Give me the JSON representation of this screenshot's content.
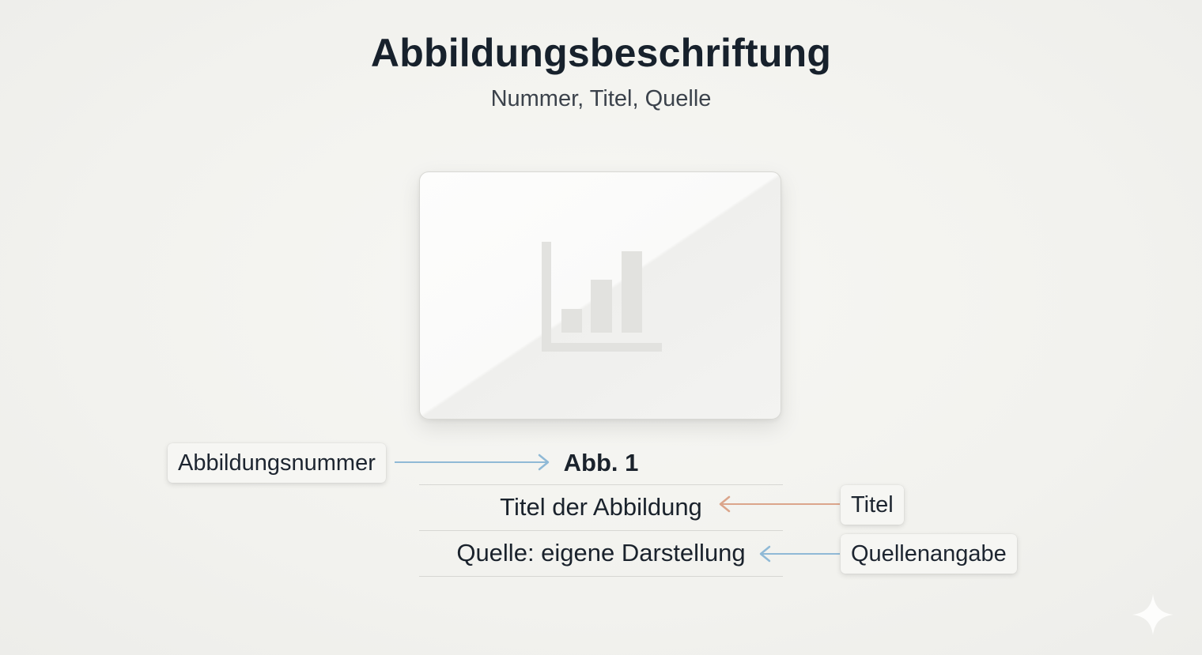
{
  "header": {
    "title": "Abbildungsbeschriftung",
    "subtitle": "Nummer, Titel, Quelle"
  },
  "figure": {
    "placeholder_icon": "bar-chart-icon"
  },
  "caption": {
    "number": "Abb. 1",
    "title": "Titel der Abbildung",
    "source": "Quelle: eigene Darstellung"
  },
  "labels": {
    "number_label": "Abbildungsnummer",
    "title_label": "Titel",
    "source_label": "Quellenangabe"
  },
  "colors": {
    "number_arrow": "#8fb9d6",
    "title_arrow": "#dba58b",
    "source_arrow": "#8fb9d6"
  },
  "decor": {
    "corner_icon": "sparkle-icon"
  }
}
